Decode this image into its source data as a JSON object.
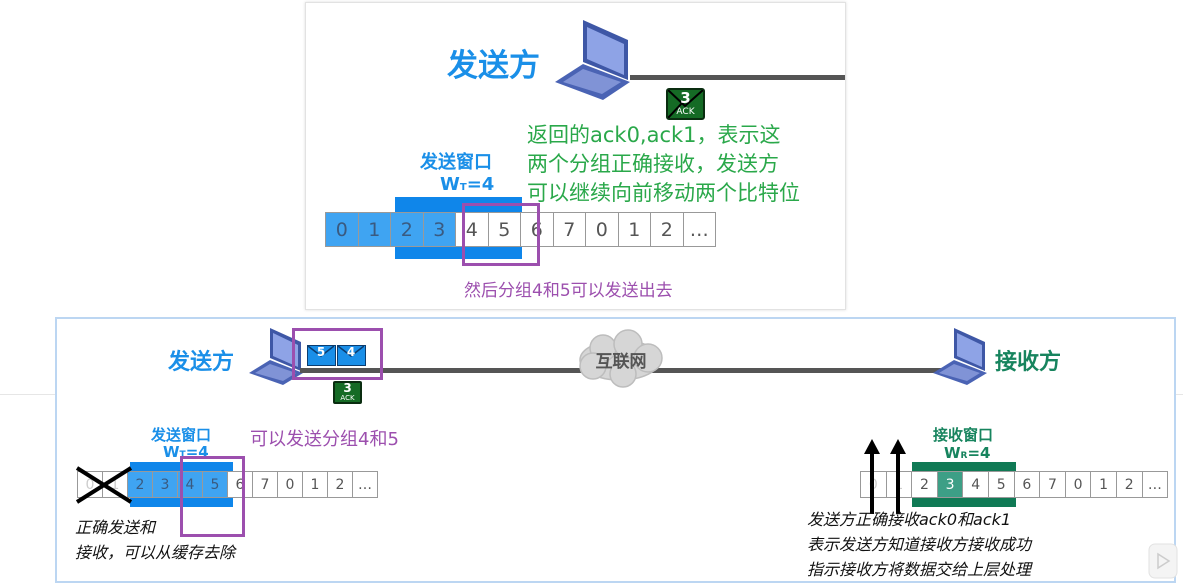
{
  "colors": {
    "sender": "#1a8fe8",
    "receiver": "#17845e",
    "highlight": "#9c4fae",
    "note_green": "#2aa84a",
    "window_blue": "#0f86ea",
    "window_green": "#107a55"
  },
  "top": {
    "sender_label": "发送方",
    "ack_envelope": {
      "number": "3",
      "label": "ACK"
    },
    "note_lines": [
      "返回的ack0,ack1，表示这",
      "两个分组正确接收，发送方",
      "可以继续向前移动两个比特位"
    ],
    "window_title": "发送窗口",
    "window_size_main": "W",
    "window_size_sub": "T",
    "window_size_value": "=4",
    "sequence": [
      "0",
      "1",
      "2",
      "3",
      "4",
      "5",
      "6",
      "7",
      "0",
      "1",
      "2",
      "…"
    ],
    "acked_cells": [
      0,
      1,
      2,
      3
    ],
    "caption": "然后分组4和5可以发送出去"
  },
  "bottom": {
    "sender_label": "发送方",
    "receiver_label": "接收方",
    "cloud_label": "互联网",
    "data_envelopes": [
      "5",
      "4"
    ],
    "ack_envelope": {
      "number": "3",
      "label": "ACK"
    },
    "send_window_title": "发送窗口",
    "send_window_main": "W",
    "send_window_sub": "T",
    "send_window_value": "=4",
    "send_note": "可以发送分组4和5",
    "send_sequence": [
      "0",
      "1",
      "2",
      "3",
      "4",
      "5",
      "6",
      "7",
      "0",
      "1",
      "2",
      "…"
    ],
    "removed_note_lines": [
      "正确发送和",
      "接收，可以从缓存去除"
    ],
    "recv_window_title": "接收窗口",
    "recv_window_main": "W",
    "recv_window_sub": "R",
    "recv_window_value": "=4",
    "recv_sequence": [
      "0",
      "1",
      "2",
      "3",
      "4",
      "5",
      "6",
      "7",
      "0",
      "1",
      "2",
      "…"
    ],
    "recv_note_lines": [
      "发送方正确接收ack0和ack1",
      "表示发送方知道接收方接收成功",
      "指示接收方将数据交给上层处理"
    ]
  }
}
